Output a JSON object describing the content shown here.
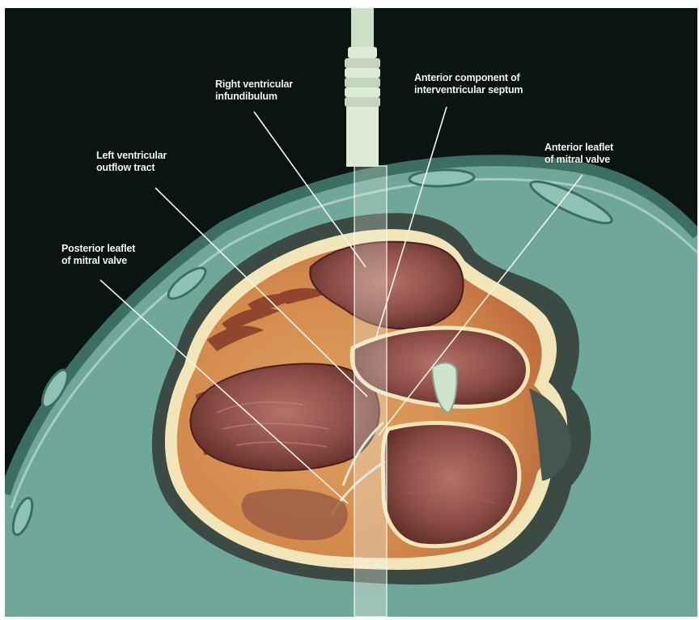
{
  "labels": {
    "right_ventricular_infundibulum": "Right ventricular\ninfundibulum",
    "anterior_component_septum": "Anterior component of\ninterventricular septum",
    "left_ventricular_outflow_tract": "Left ventricular\noutflow tract",
    "anterior_leaflet_mitral_valve": "Anterior leaflet\nof mitral valve",
    "posterior_leaflet_mitral_valve": "Posterior leaflet\nof mitral valve"
  },
  "colors": {
    "background": "#0a1410",
    "body_tissue": "#6fa79a",
    "myocardium": "#d99a5a",
    "chamber": "#8a4a44",
    "transducer": "#d8ead2",
    "label_text": "#f4f4ec"
  },
  "icons": {
    "transducer": "ultrasound-transducer-icon"
  }
}
